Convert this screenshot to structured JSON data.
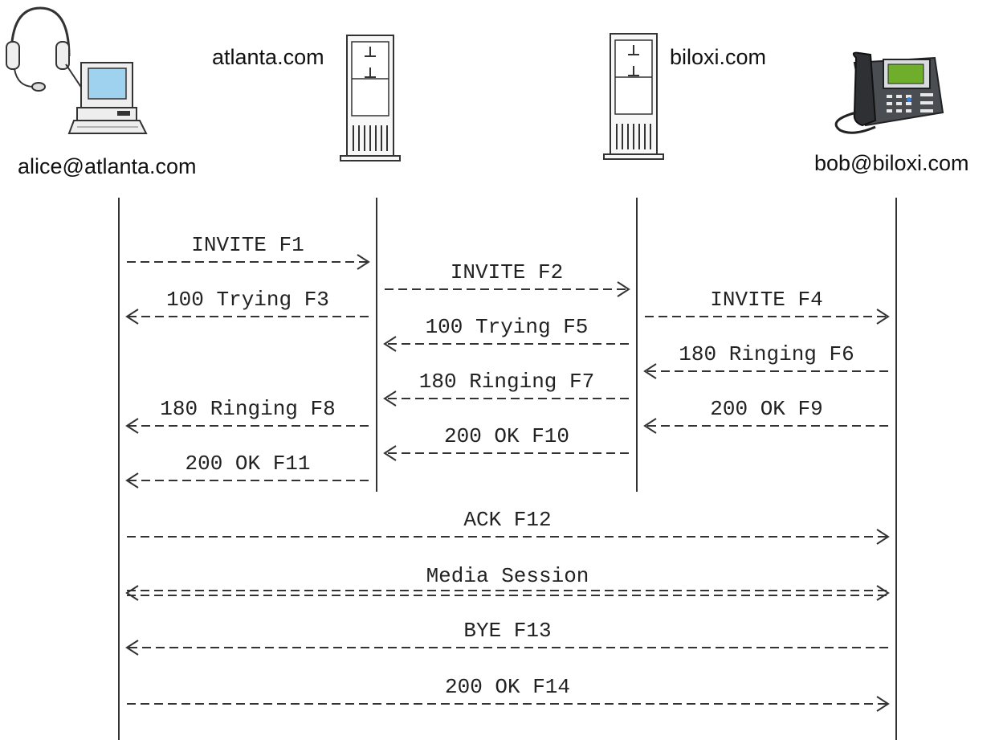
{
  "participants": {
    "alice": "alice@atlanta.com",
    "atlanta": "atlanta.com",
    "biloxi": "biloxi.com",
    "bob": "bob@biloxi.com"
  },
  "icons": {
    "alice": "computer-with-headset-icon",
    "atlanta": "server-icon",
    "biloxi": "server-icon",
    "bob": "ip-desk-phone-icon"
  },
  "messages": [
    {
      "label": "INVITE F1",
      "from": 0,
      "to": 1,
      "style": "dash"
    },
    {
      "label": "INVITE F2",
      "from": 1,
      "to": 2,
      "style": "dash"
    },
    {
      "label": "100 Trying F3",
      "from": 1,
      "to": 0,
      "style": "dash"
    },
    {
      "label": "INVITE F4",
      "from": 2,
      "to": 3,
      "style": "dash"
    },
    {
      "label": "100 Trying F5",
      "from": 2,
      "to": 1,
      "style": "dash"
    },
    {
      "label": "180 Ringing F6",
      "from": 3,
      "to": 2,
      "style": "dash"
    },
    {
      "label": "180 Ringing F7",
      "from": 2,
      "to": 1,
      "style": "dash"
    },
    {
      "label": "180 Ringing F8",
      "from": 1,
      "to": 0,
      "style": "dash"
    },
    {
      "label": "200 OK F9",
      "from": 3,
      "to": 2,
      "style": "dash"
    },
    {
      "label": "200 OK F10",
      "from": 2,
      "to": 1,
      "style": "dash"
    },
    {
      "label": "200 OK F11",
      "from": 1,
      "to": 0,
      "style": "dash"
    },
    {
      "label": "ACK F12",
      "from": 0,
      "to": 3,
      "style": "dash"
    },
    {
      "label": "Media Session",
      "from": 0,
      "to": 3,
      "style": "double"
    },
    {
      "label": "BYE F13",
      "from": 3,
      "to": 0,
      "style": "dash"
    },
    {
      "label": "200 OK F14",
      "from": 0,
      "to": 3,
      "style": "dash"
    }
  ]
}
